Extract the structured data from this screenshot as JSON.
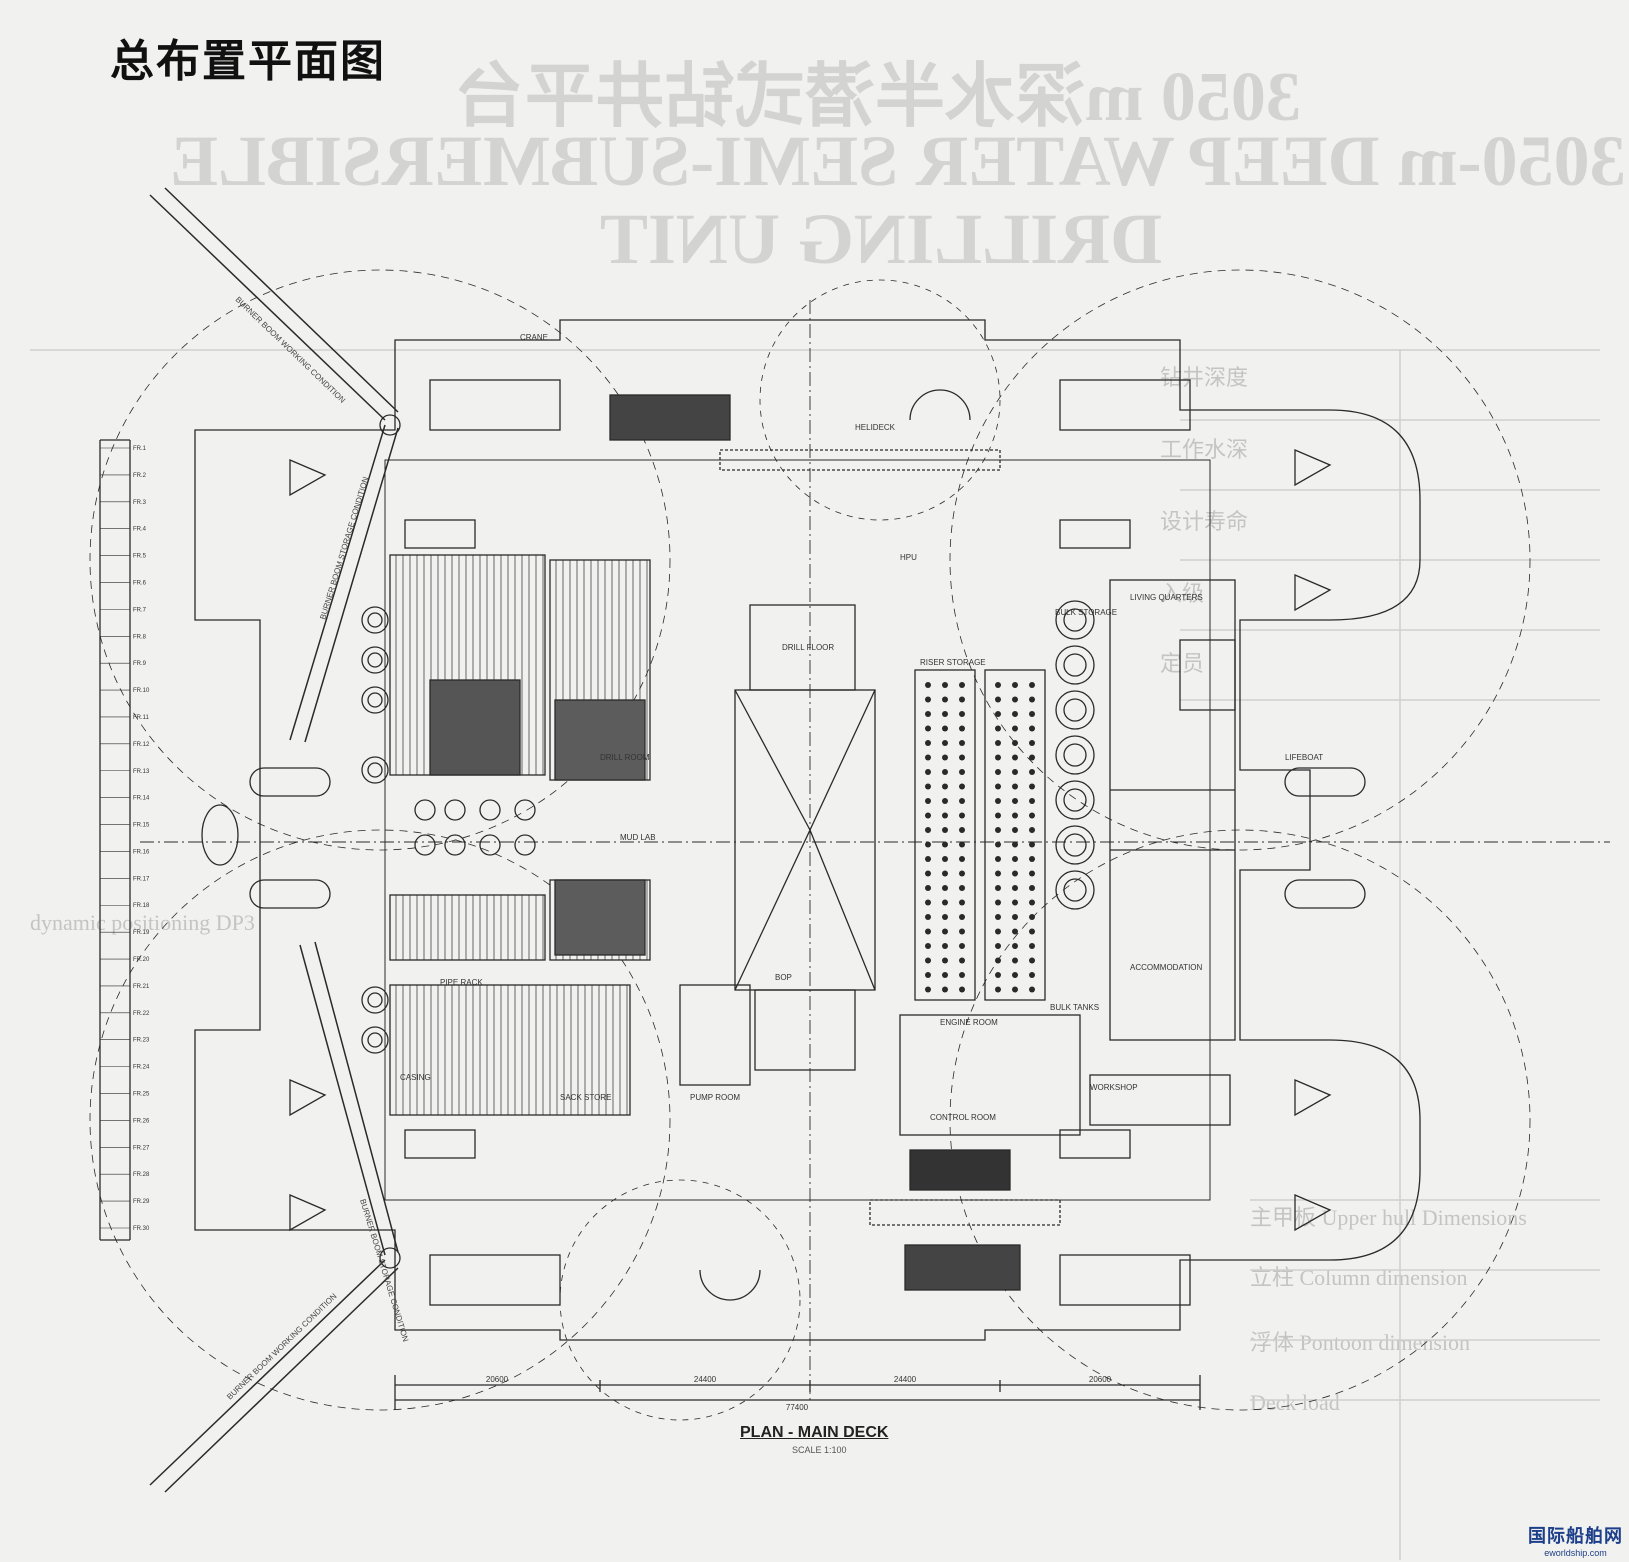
{
  "title": "总布置平面图",
  "ghost_text": {
    "line1": "3050 m深水半潜式钻井平台",
    "line2": "3050-m DEEP WATER SEMI-SUBMERSIBLE",
    "line3": "DRILLING UNIT"
  },
  "table_bleed": [
    "钻井深度",
    "工作水深",
    "设计寿命",
    "入级",
    "定员",
    "主甲板 Upper hull Dimensions",
    "立柱 Column dimension",
    "浮体 Pontoon dimension",
    "dynamic positioning DP3",
    "Deck load"
  ],
  "plan": {
    "title": "PLAN - MAIN DECK",
    "scale": "SCALE 1:100",
    "labels": [
      "DRILL ROOM",
      "MUD LAB",
      "DRILL FLOOR",
      "PIPE RACK",
      "RISER STORAGE",
      "LIVING QUARTERS",
      "BULK STORAGE",
      "ENGINE ROOM",
      "HELIDECK",
      "LIFEBOAT",
      "CRANE",
      "PUMP ROOM",
      "SACK STORE",
      "WORKSHOP",
      "CASING",
      "ACCOMMODATION",
      "BOP",
      "CONTROL ROOM",
      "HPU",
      "BULK TANKS"
    ],
    "vertical_scale": [
      "FR.1",
      "FR.2",
      "FR.3",
      "FR.4",
      "FR.5",
      "FR.6",
      "FR.7",
      "FR.8",
      "FR.9",
      "FR.10",
      "FR.11",
      "FR.12",
      "FR.13",
      "FR.14",
      "FR.15",
      "FR.16",
      "FR.17",
      "FR.18",
      "FR.19",
      "FR.20",
      "FR.21",
      "FR.22",
      "FR.23",
      "FR.24",
      "FR.25",
      "FR.26",
      "FR.27",
      "FR.28",
      "FR.29",
      "FR.30"
    ],
    "dimension_labels": [
      "20600",
      "24400",
      "24400",
      "20600",
      "77400"
    ],
    "boom_labels": [
      "BURNER BOOM WORKING CONDITION",
      "BURNER BOOM STORAGE CONDITION",
      "BURNER BOOM STORAGE CONDITION",
      "BURNER BOOM WORKING CONDITION"
    ]
  },
  "watermark": {
    "cn": "国际船舶网",
    "en": "eworldship.com"
  },
  "colors": {
    "line": "#2a2a2a",
    "paper": "#f1f1ef",
    "ghost": "#c9c9c9",
    "watermark": "#1d3f8a"
  }
}
